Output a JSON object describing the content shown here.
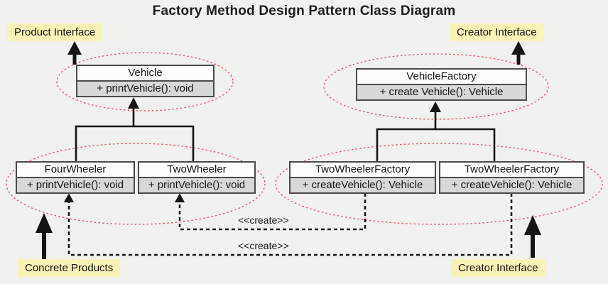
{
  "title": "Factory Method Design Pattern Class Diagram",
  "annotations": {
    "product_interface": {
      "label": "Product Interface"
    },
    "creator_interface_top": {
      "label": "Creator Interface"
    },
    "concrete_products": {
      "label": "Concrete Products"
    },
    "creator_interface_bottom": {
      "label": "Creator Interface"
    }
  },
  "classes": {
    "vehicle": {
      "name": "Vehicle",
      "method": "+ printVehicle(): void"
    },
    "vehicle_factory": {
      "name": "VehicleFactory",
      "method": "+ create Vehicle(): Vehicle"
    },
    "four_wheeler": {
      "name": "FourWheeler",
      "method": "+ printVehicle(): void"
    },
    "two_wheeler": {
      "name": "TwoWheeler",
      "method": "+ printVehicle(): void"
    },
    "two_wheeler_factory_left": {
      "name": "TwoWheelerFactory",
      "method": "+ createVehicle(): Vehicle"
    },
    "two_wheeler_factory_right": {
      "name": "TwoWheelerFactory",
      "method": "+ createVehicle(): Vehicle"
    }
  },
  "relations": {
    "create_label_top": "<<create>>",
    "create_label_bottom": "<<create>>"
  },
  "colors": {
    "background": "#f1f1ef",
    "highlight_yellow": "#faf3b8",
    "ellipse_red": "#dc5a6a",
    "method_row_gray": "#d8d8d8",
    "box_border_gray": "#4b4b4b",
    "line_black": "#141414"
  }
}
